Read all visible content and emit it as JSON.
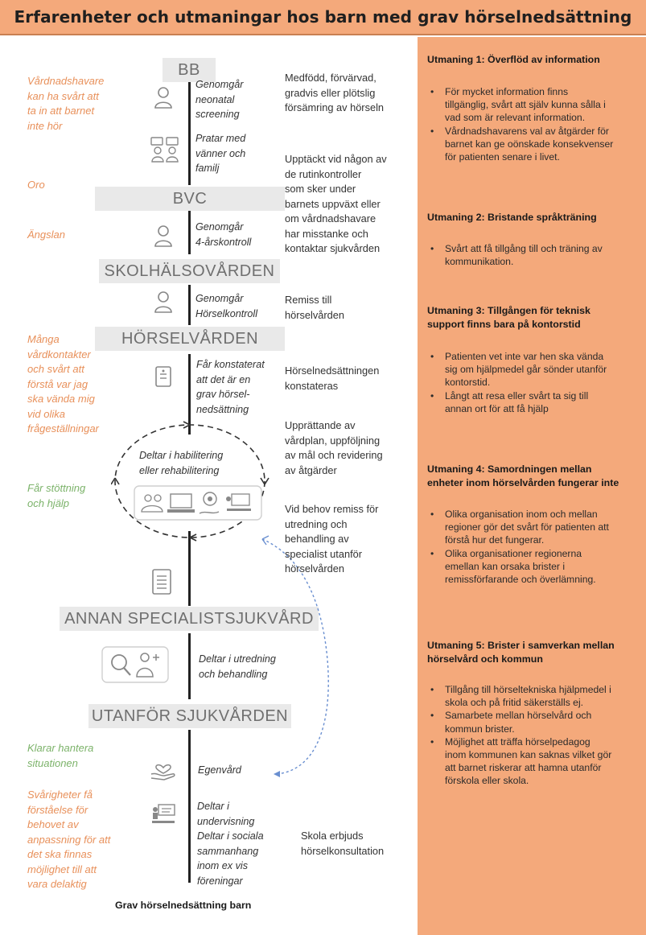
{
  "title": "Erfarenheter och utmaningar hos barn med grav hörselnedsättning",
  "caption": "Grav hörselnedsättning barn",
  "colors": {
    "accent_orange": "#f4a97b",
    "note_orange": "#e8905a",
    "note_green": "#7cb36a",
    "stage_bg": "#e9e9e9"
  },
  "stages": {
    "bb": "BB",
    "bvc": "BVC",
    "skol": "SKOLHÄLSOVÅRDEN",
    "horsel": "HÖRSELVÅRDEN",
    "annan": "ANNAN SPECIALISTSJUKVÅRD",
    "utanfor": "UTANFÖR SJUKVÅRDEN"
  },
  "left_notes": {
    "n1": [
      "Vårdnadshavare",
      "kan ha svårt att",
      "ta in att barnet",
      "inte hör"
    ],
    "n2": [
      "Oro"
    ],
    "n3": [
      "Ängslan"
    ],
    "n4": [
      "Många",
      "vårdkontakter",
      "och svårt att",
      "förstå var jag",
      "ska vända mig",
      "vid olika",
      "frågeställningar"
    ],
    "n5": [
      "Får stöttning",
      "och hjälp"
    ],
    "n6": [
      "Klarar hantera",
      "situationen"
    ],
    "n7": [
      "Svårigheter få",
      "förståelse för",
      "behovet av",
      "anpassning för att",
      "det ska finnas",
      "möjlighet till att",
      "vara delaktig"
    ]
  },
  "activities": {
    "a1": [
      "Genomgår",
      "neonatal",
      "screening"
    ],
    "a2": [
      "Pratar med",
      "vänner och",
      "familj"
    ],
    "a3": [
      "Genomgår",
      "4-årskontroll"
    ],
    "a4": [
      "Genomgår",
      "Hörselkontroll"
    ],
    "a5": [
      "Får konstaterat",
      "att det är en",
      "grav hörsel-",
      "nedsättning"
    ],
    "a6": [
      "Deltar i habilitering",
      "eller rehabilitering"
    ],
    "a7": [
      "Deltar i utredning",
      "och behandling"
    ],
    "a8": [
      "Egenvård"
    ],
    "a9": [
      "Deltar i",
      "undervisning",
      "Deltar i sociala",
      "sammanhang",
      "inom ex vis",
      "föreningar"
    ]
  },
  "descriptions": {
    "d1": [
      "Medfödd, förvärvad,",
      "gradvis eller plötslig",
      "försämring av hörseln"
    ],
    "d2": [
      "Upptäckt vid någon av",
      "de rutinkontroller",
      "som sker under",
      "barnets uppväxt eller",
      "om vårdnadshavare",
      "har misstanke och",
      "kontaktar sjukvården"
    ],
    "d3": [
      "Remiss till",
      "hörselvården"
    ],
    "d4": [
      "Hörselnedsättningen",
      "konstateras"
    ],
    "d5": [
      "Upprättande av",
      "vårdplan, uppföljning",
      "av mål och revidering",
      "av åtgärder"
    ],
    "d6": [
      "Vid behov remiss för",
      "utredning och",
      "behandling av",
      "specialist utanför",
      "hörselvården"
    ],
    "d7": [
      "Skola erbjuds",
      "hörselkonsultation"
    ]
  },
  "challenges": [
    {
      "title": [
        "Utmaning 1: Överflöd av information"
      ],
      "bullets": [
        [
          "För mycket information finns",
          "tillgänglig, svårt att själv kunna sålla i",
          "vad som är relevant information."
        ],
        [
          "Vårdnadshavarens val av åtgärder för",
          "barnet kan ge oönskade konsekvenser",
          "för patienten senare i livet."
        ]
      ]
    },
    {
      "title": [
        "Utmaning 2: Bristande språkträning"
      ],
      "bullets": [
        [
          "Svårt att få tillgång till och träning av",
          "kommunikation."
        ]
      ]
    },
    {
      "title": [
        "Utmaning 3: Tillgången för teknisk",
        "support finns bara på kontorstid"
      ],
      "bullets": [
        [
          "Patienten vet inte var hen ska vända",
          "sig om hjälpmedel går sönder utanför",
          "kontorstid."
        ],
        [
          "Långt att resa eller svårt ta sig till",
          "annan ort för att få hjälp"
        ]
      ]
    },
    {
      "title": [
        "Utmaning 4: Samordningen mellan",
        "enheter inom hörselvården fungerar inte"
      ],
      "bullets": [
        [
          "Olika organisation inom och mellan",
          "regioner gör det svårt för patienten att",
          "förstå hur det fungerar."
        ],
        [
          "Olika organisationer regionerna",
          "emellan kan orsaka brister i",
          "remissförfarande och överlämning."
        ]
      ]
    },
    {
      "title": [
        "Utmaning 5: Brister i samverkan mellan",
        "hörselvård och  kommun"
      ],
      "bullets": [
        [
          "Tillgång till hörseltekniska hjälpmedel i",
          "skola och på fritid säkerställs ej."
        ],
        [
          "Samarbete mellan hörselvård och",
          "kommun brister."
        ],
        [
          "Möjlighet att träffa hörselpedagog",
          "inom kommunen kan saknas vilket gör",
          "att barnet riskerar att hamna utanför",
          "förskola eller skola."
        ]
      ]
    }
  ]
}
